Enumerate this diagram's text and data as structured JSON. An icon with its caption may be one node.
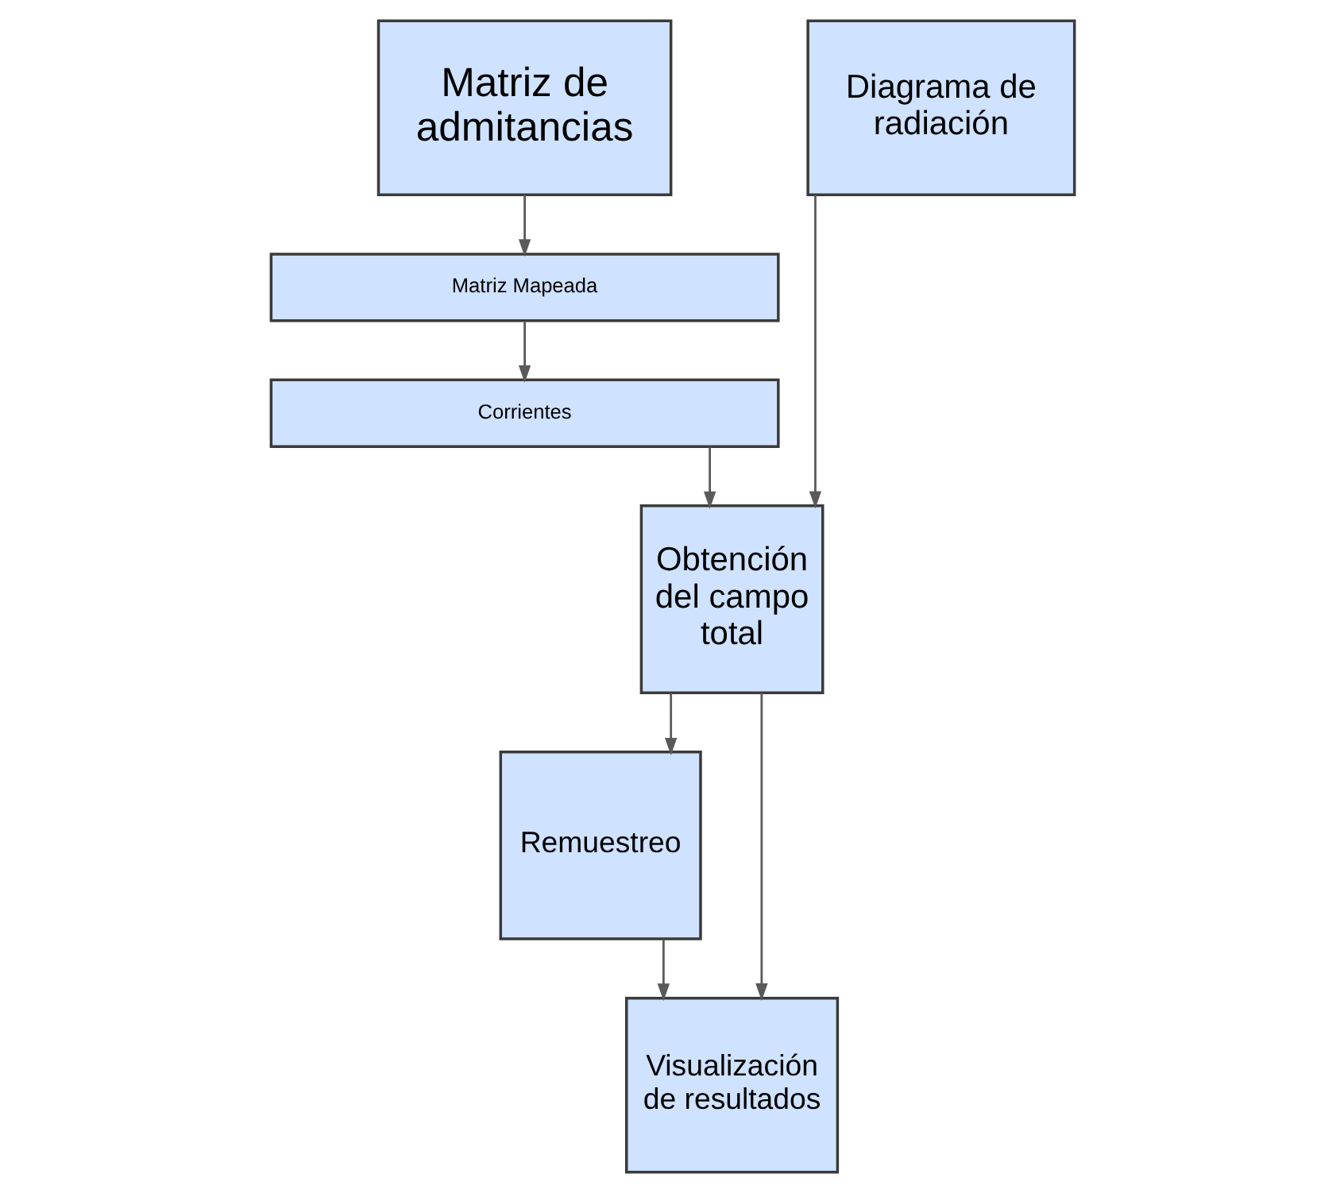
{
  "diagram": {
    "nodes": [
      {
        "text": [
          "Matriz de admitancias"
        ]
      },
      {
        "text": [
          "Matriz Mapeada"
        ]
      },
      {
        "text": [
          "Corrientes"
        ]
      },
      {
        "text": [
          "Diagrama de radiación"
        ]
      },
      {
        "text": [
          "Obtención del campo total"
        ]
      },
      {
        "text": [
          "Remuestreo"
        ]
      },
      {
        "text": [
          "Visualización de resultados"
        ]
      }
    ],
    "edges": [
      {
        "from": 0,
        "to": 1,
        "arrow": "to"
      },
      {
        "from": 1,
        "to": 2,
        "arrow": "to"
      },
      {
        "from": 2,
        "to": 4,
        "arrow": "to"
      },
      {
        "from": 3,
        "to": 4,
        "arrow": "to"
      },
      {
        "from": 4,
        "to": 5,
        "arrow": "to"
      },
      {
        "from": 4,
        "to": 6,
        "arrow": "to"
      },
      {
        "from": 5,
        "to": 6,
        "arrow": "to"
      }
    ]
  }
}
